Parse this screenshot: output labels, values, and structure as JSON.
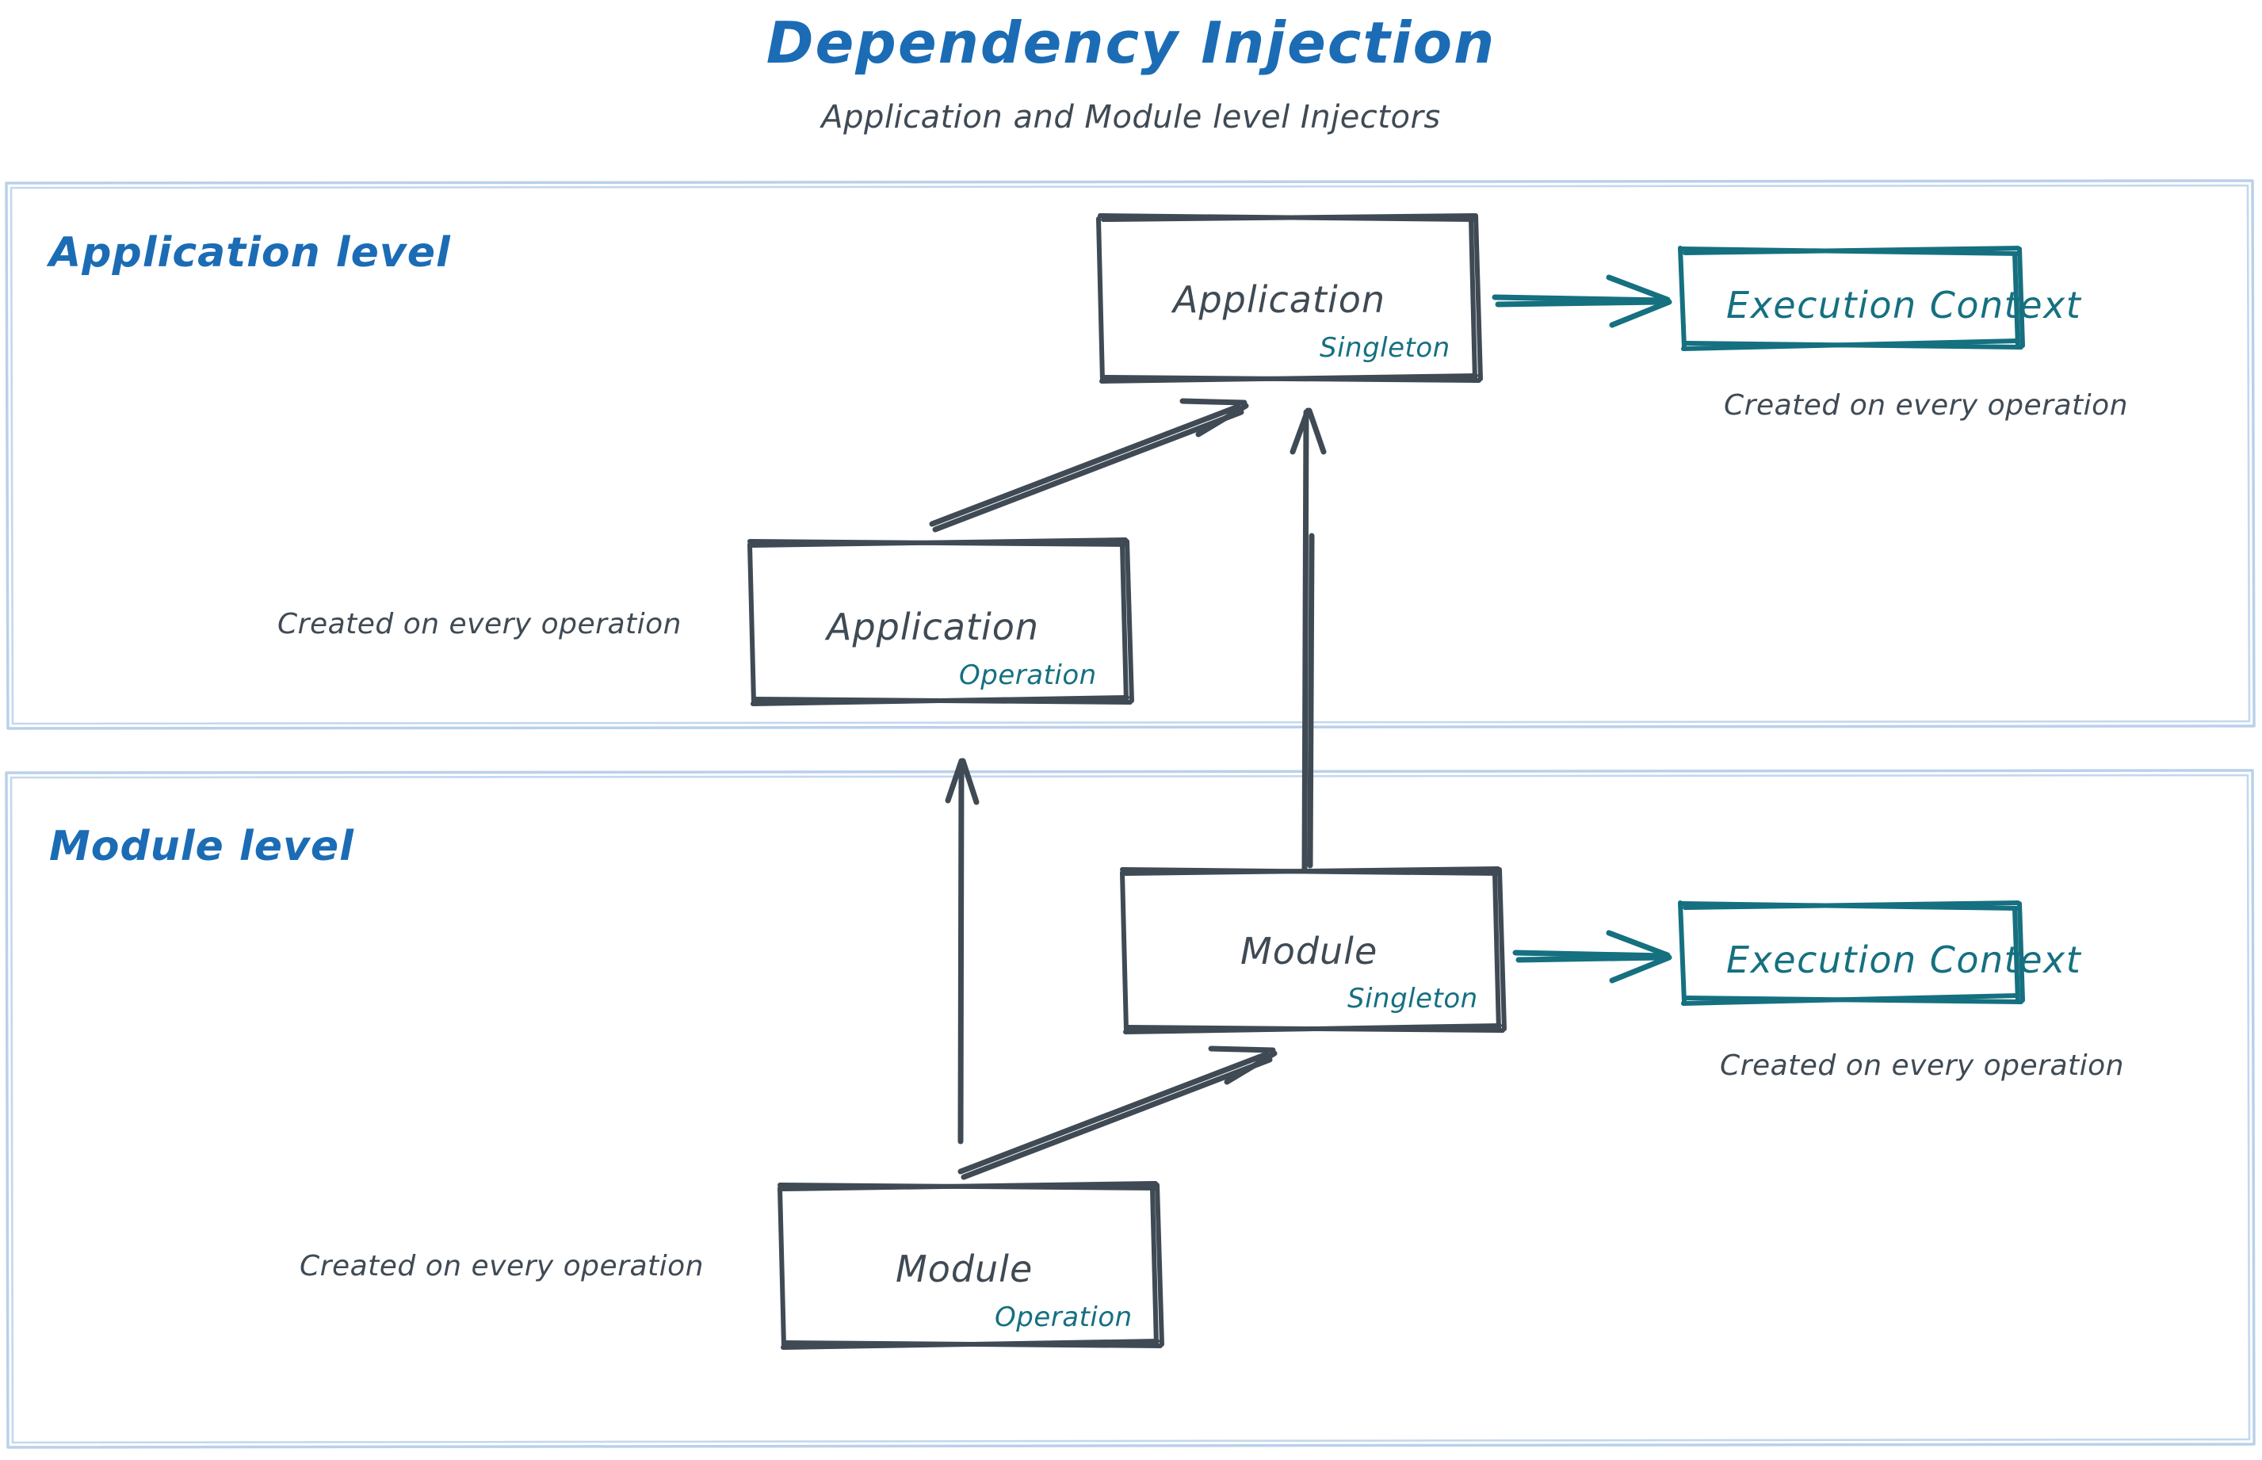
{
  "header": {
    "title": "Dependency Injection",
    "subtitle": "Application and Module level Injectors"
  },
  "colors": {
    "title_blue": "#1b6cb5",
    "container_border": "#b9d1ea",
    "node_stroke": "#3f4a54",
    "scope_teal": "#157080",
    "note_gray": "#3f4a54",
    "background": "#ffffff"
  },
  "containers": [
    {
      "id": "application-level",
      "label": "Application level"
    },
    {
      "id": "module-level",
      "label": "Module level"
    }
  ],
  "nodes": [
    {
      "id": "application-singleton",
      "title": "Application",
      "scope": "Singleton"
    },
    {
      "id": "application-operation",
      "title": "Application",
      "scope": "Operation"
    },
    {
      "id": "module-singleton",
      "title": "Module",
      "scope": "Singleton"
    },
    {
      "id": "module-operation",
      "title": "Module",
      "scope": "Operation"
    }
  ],
  "execution_contexts": [
    {
      "id": "execution-context-application",
      "title": "Execution Context",
      "note": "Created on every operation"
    },
    {
      "id": "execution-context-module",
      "title": "Execution Context",
      "note": "Created on every operation"
    }
  ],
  "notes": {
    "application_operation": "Created on every operation",
    "module_operation": "Created on every operation"
  },
  "edges": [
    {
      "id": "edge-app-operation-to-app-singleton",
      "from": "application-operation",
      "to": "application-singleton",
      "style": "sketch-double",
      "color": "#3f4a54"
    },
    {
      "id": "edge-module-singleton-to-app-singleton",
      "from": "module-singleton",
      "to": "application-singleton",
      "style": "sketch-double",
      "color": "#3f4a54"
    },
    {
      "id": "edge-module-operation-to-app-operation",
      "from": "module-operation",
      "to": "application-operation",
      "style": "sketch-single",
      "color": "#3f4a54"
    },
    {
      "id": "edge-module-operation-to-module-singleton",
      "from": "module-operation",
      "to": "module-singleton",
      "style": "sketch-double",
      "color": "#3f4a54"
    },
    {
      "id": "edge-app-singleton-to-execution-context",
      "from": "application-singleton",
      "to": "execution-context-application",
      "style": "sketch-double",
      "color": "#157080"
    },
    {
      "id": "edge-module-singleton-to-execution-context",
      "from": "module-singleton",
      "to": "execution-context-module",
      "style": "sketch-double",
      "color": "#157080"
    }
  ]
}
